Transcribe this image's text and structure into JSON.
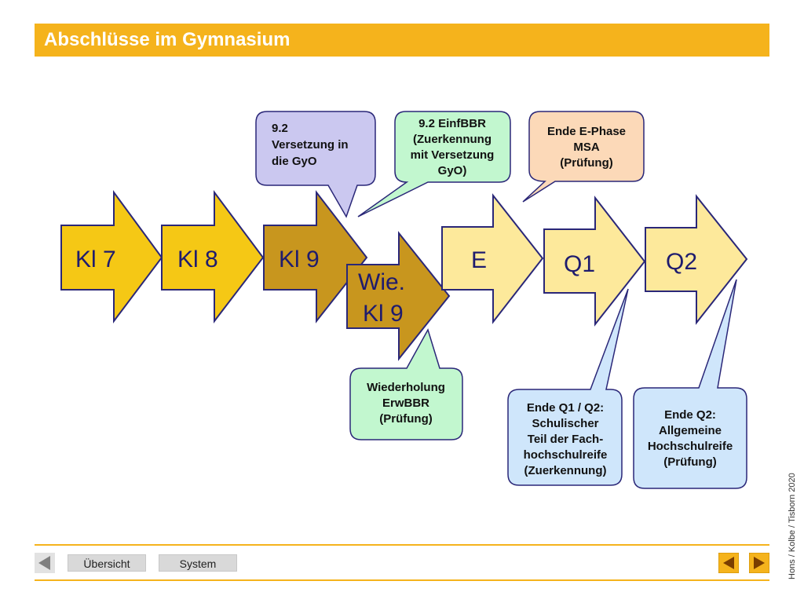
{
  "title": "Abschlüsse im Gymnasium",
  "colors": {
    "title_bar": "#f5b31c",
    "arrow_yellow": "#f5c815",
    "arrow_brown": "#c8961e",
    "arrow_light": "#fde99b",
    "bubble_purple": "#cbc8f0",
    "bubble_green": "#c2f7cf",
    "bubble_peach": "#fcd9b8",
    "bubble_blue": "#cfe6fb",
    "outline": "#2a2778"
  },
  "arrows": [
    {
      "label": "Kl 7",
      "style": "yellow"
    },
    {
      "label": "Kl 8",
      "style": "yellow"
    },
    {
      "label": "Kl 9",
      "style": "brown"
    },
    {
      "label_line1": "Wie.",
      "label_line2": "Kl 9",
      "style": "brown"
    },
    {
      "label": "E",
      "style": "light"
    },
    {
      "label": "Q1",
      "style": "light"
    },
    {
      "label": "Q2",
      "style": "light"
    }
  ],
  "bubbles": {
    "versetzung": [
      "9.2",
      "Versetzung in",
      "die GyO"
    ],
    "einfbbr": [
      "9.2 EinfBBR",
      "(Zuerkennung",
      "mit Versetzung",
      "GyO)"
    ],
    "msa": [
      "Ende E-Phase",
      "MSA",
      "(Prüfung)"
    ],
    "erwbbr": [
      "Wiederholung",
      "ErwBBR",
      "(Prüfung)"
    ],
    "fachhochschulreife": [
      "Ende Q1 / Q2:",
      "Schulischer",
      "Teil der Fach-",
      "hochschulreife",
      "(Zuerkennung)"
    ],
    "hochschulreife": [
      "Ende Q2:",
      "Allgemeine",
      "Hochschulreife",
      "(Prüfung)"
    ]
  },
  "footer": {
    "overview_label": "Übersicht",
    "system_label": "System",
    "copyright": "Hons / Kolbe / Tisborn 2020"
  }
}
